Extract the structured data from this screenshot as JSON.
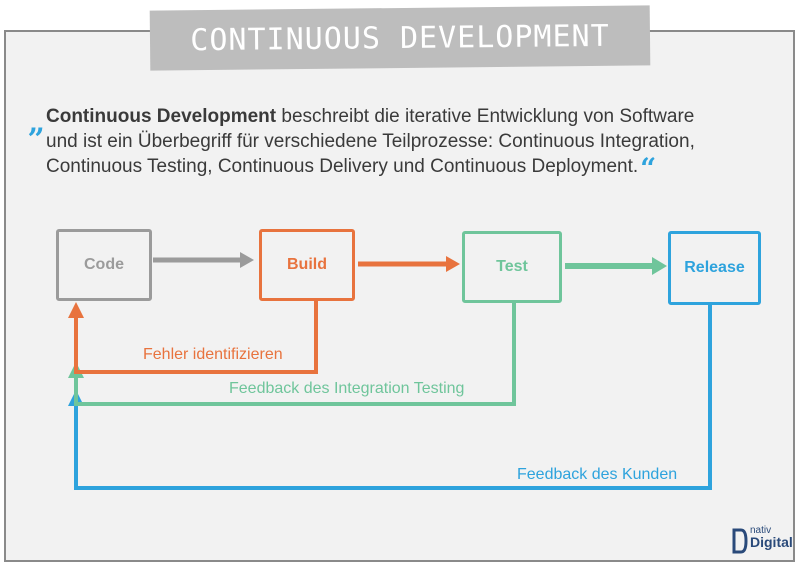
{
  "title": "Continuous Development",
  "quote": {
    "open_mark": "„",
    "close_mark": "“",
    "lead_bold": "Continuous Development",
    "line1_rest": " beschreibt die iterative Entwicklung von Software",
    "line2": "und ist ein Überbegriff für verschiedene Teilprozesse: Continuous Integration,",
    "line3": "Continuous Testing, Continuous Delivery und Continuous Deployment."
  },
  "stages": [
    {
      "label": "Code",
      "color": "#9b9b9b"
    },
    {
      "label": "Build",
      "color": "#e8733e"
    },
    {
      "label": "Test",
      "color": "#6fc59b"
    },
    {
      "label": "Release",
      "color": "#2ea3dd"
    }
  ],
  "feedback": [
    {
      "label": "Fehler identifizieren",
      "color": "#e8733e"
    },
    {
      "label": "Feedback des Integration Testing",
      "color": "#6fc59b"
    },
    {
      "label": "Feedback des Kunden",
      "color": "#2ea3dd"
    }
  ],
  "logo": {
    "top": "nativ",
    "bottom": "Digital",
    "color": "#2a4a7a"
  }
}
